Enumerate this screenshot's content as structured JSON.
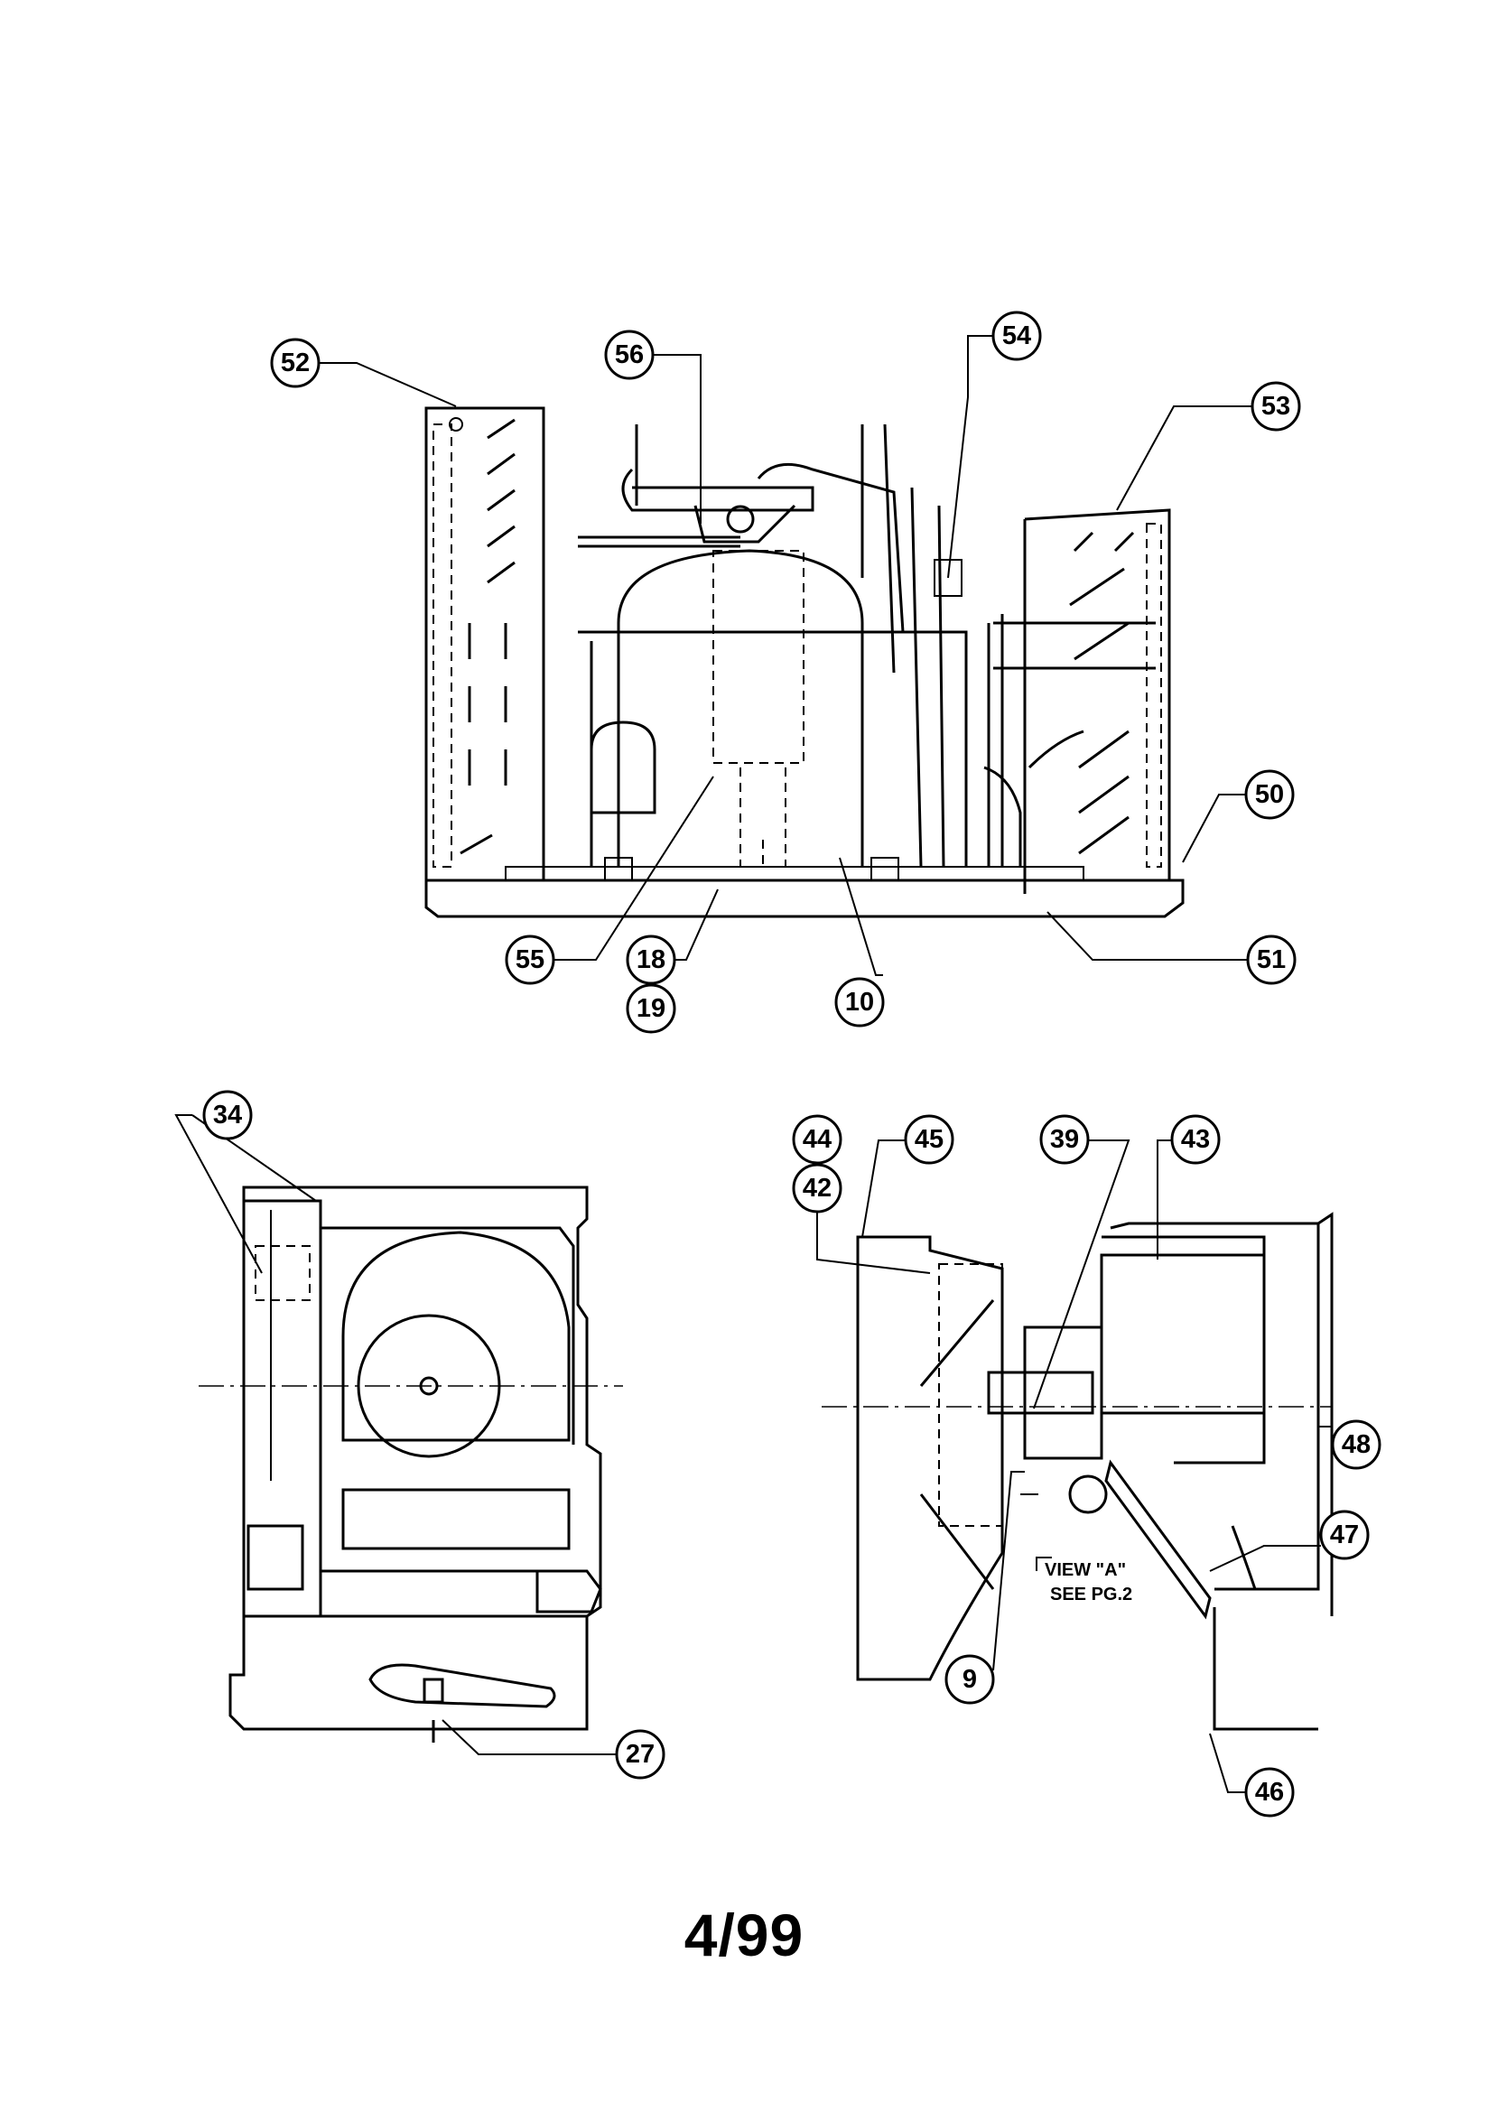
{
  "callouts": [
    {
      "id": "52",
      "label": "52"
    },
    {
      "id": "56",
      "label": "56"
    },
    {
      "id": "54",
      "label": "54"
    },
    {
      "id": "53",
      "label": "53"
    },
    {
      "id": "50",
      "label": "50"
    },
    {
      "id": "51",
      "label": "51"
    },
    {
      "id": "55",
      "label": "55"
    },
    {
      "id": "18",
      "label": "18"
    },
    {
      "id": "19",
      "label": "19"
    },
    {
      "id": "10",
      "label": "10"
    },
    {
      "id": "34",
      "label": "34"
    },
    {
      "id": "27",
      "label": "27"
    },
    {
      "id": "44",
      "label": "44"
    },
    {
      "id": "42",
      "label": "42"
    },
    {
      "id": "45",
      "label": "45"
    },
    {
      "id": "39",
      "label": "39"
    },
    {
      "id": "43",
      "label": "43"
    },
    {
      "id": "48",
      "label": "48"
    },
    {
      "id": "47",
      "label": "47"
    },
    {
      "id": "9",
      "label": "9"
    },
    {
      "id": "46",
      "label": "46"
    }
  ],
  "view_note": {
    "line1": "VIEW \"A\"",
    "line2": "SEE PG.2"
  },
  "page_code": "4/99"
}
